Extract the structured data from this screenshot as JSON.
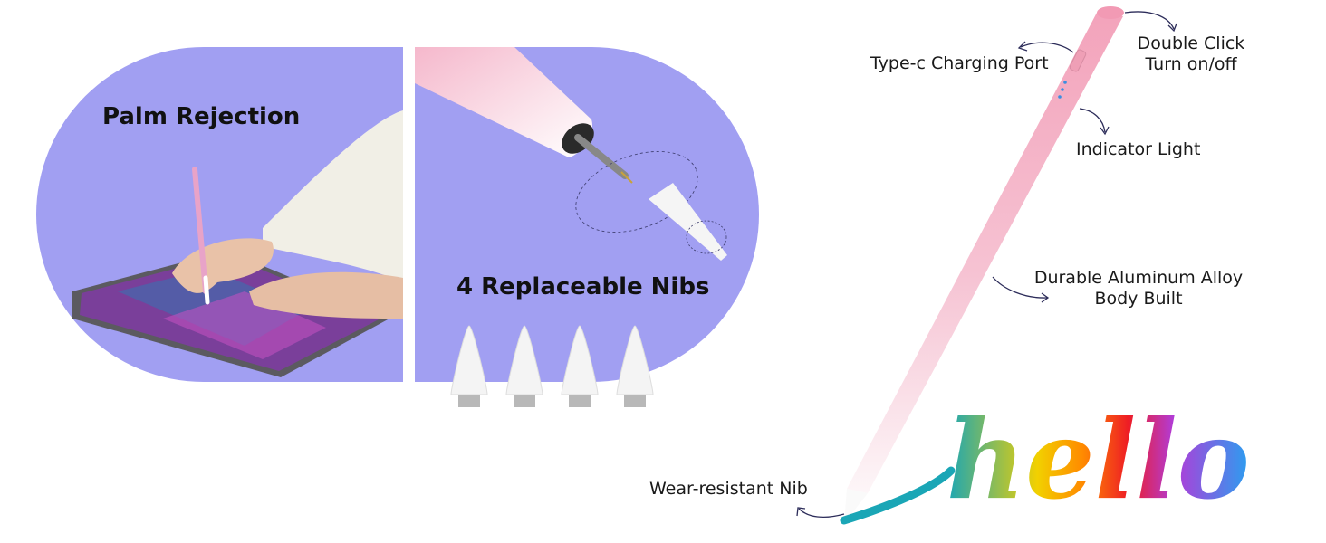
{
  "features": {
    "palm_rejection": {
      "title": "Palm Rejection"
    },
    "replaceable_nibs": {
      "title": "4 Replaceable Nibs",
      "nib_count": 4
    }
  },
  "callouts": {
    "charging_port": "Type-c Charging Port",
    "double_click_line1": "Double Click",
    "double_click_line2": "Turn on/off",
    "indicator_light": "Indicator Light",
    "body_line1": "Durable Aluminum Alloy",
    "body_line2": "Body Built",
    "nib": "Wear-resistant Nib"
  },
  "handwriting": {
    "text": "hello"
  },
  "colors": {
    "panel_background": "#a19ff2",
    "pen_pink": "#f3a9be",
    "pen_white": "#fbf1f4",
    "arrow": "#2d2d5a"
  }
}
